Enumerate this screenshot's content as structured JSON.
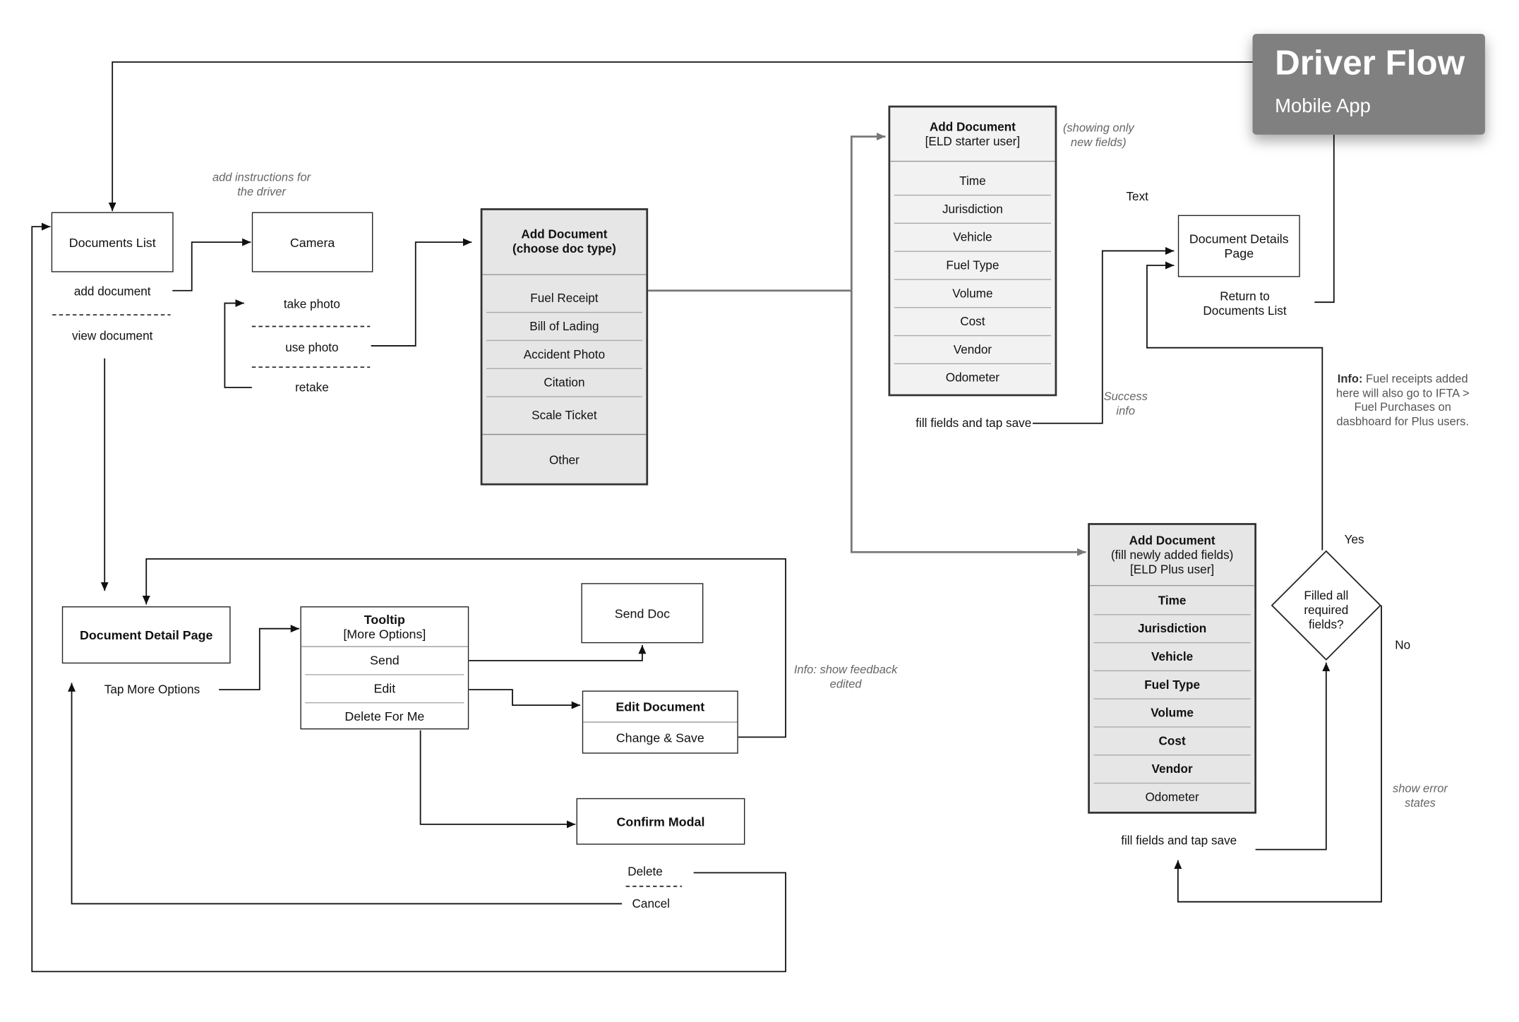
{
  "header": {
    "title": "Driver Flow",
    "subtitle": "Mobile App"
  },
  "nodes": {
    "documents_list": "Documents List",
    "camera": "Camera",
    "add_choose": {
      "title": "Add Document",
      "subtitle": "(choose doc type)",
      "items": [
        "Fuel Receipt",
        "Bill of Lading",
        "Accident Photo",
        "Citation",
        "Scale Ticket",
        "Other"
      ]
    },
    "add_starter": {
      "title": "Add Document",
      "subtitle": "[ELD starter user]",
      "items": [
        "Time",
        "Jurisdiction",
        "Vehicle",
        "Fuel Type",
        "Volume",
        "Cost",
        "Vendor",
        "Odometer"
      ]
    },
    "document_details_page": "Document Details Page",
    "add_plus": {
      "title": "Add Document",
      "subtitle1": "(fill newly added fields)",
      "subtitle2": "[ELD Plus user]",
      "items": [
        "Time",
        "Jurisdiction",
        "Vehicle",
        "Fuel Type",
        "Volume",
        "Cost",
        "Vendor",
        "Odometer"
      ]
    },
    "decision": "Filled all required fields?",
    "document_detail_page": "Document Detail Page",
    "tooltip": {
      "title": "Tooltip",
      "subtitle": "[More Options]",
      "items": [
        "Send",
        "Edit",
        "Delete For Me"
      ]
    },
    "send_doc": "Send Doc",
    "edit_document": {
      "title": "Edit Document",
      "action": "Change & Save"
    },
    "confirm_modal": "Confirm Modal"
  },
  "labels": {
    "add_document": "add document",
    "view_document": "view document",
    "take_photo": "take photo",
    "use_photo": "use photo",
    "retake": "retake",
    "fill_save_starter": "fill fields and tap save",
    "fill_save_plus": "fill fields and tap save",
    "return_to_list": "Return to Documents List",
    "tap_more_options": "Tap More Options",
    "delete": "Delete",
    "cancel": "Cancel",
    "yes": "Yes",
    "no": "No",
    "text": "Text"
  },
  "notes": {
    "add_instructions": "add instructions for the driver",
    "showing_only": "(showing only new fields)",
    "success_info": "Success info",
    "feedback_edited": "Info: show feedback edited",
    "show_error": "show error states",
    "fuel_info_bold": "Info:",
    "fuel_info_rest": "Fuel receipts added here will also go to IFTA > Fuel Purchases on dasbhoard for Plus users."
  }
}
